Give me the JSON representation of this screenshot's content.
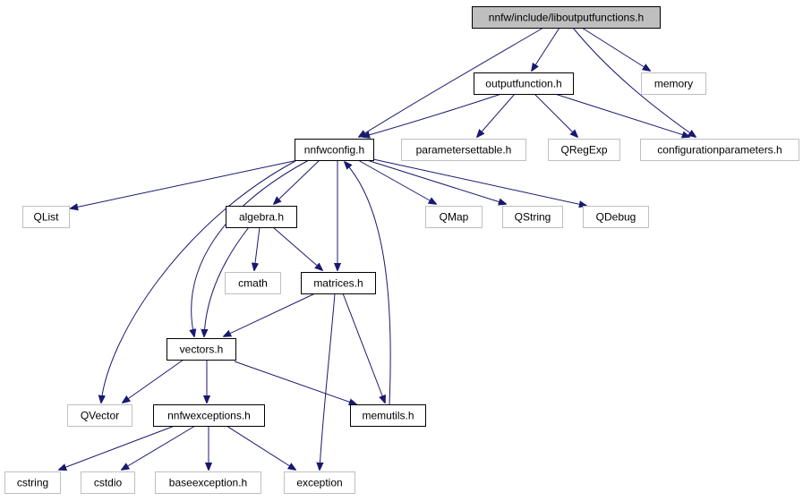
{
  "diagram": {
    "title_file": "nnfw/include/liboutputfunctions.h",
    "colors": {
      "edge": "#191970",
      "root_fill": "#bfbfbf",
      "internal_border": "#000000",
      "external_border": "#bfbfbf",
      "node_fill": "#ffffff"
    },
    "nodes": [
      {
        "id": "liboutputfunctions",
        "label": "nnfw/include/liboutputfunctions.h",
        "kind": "root"
      },
      {
        "id": "outputfunction",
        "label": "outputfunction.h",
        "kind": "internal"
      },
      {
        "id": "memory",
        "label": "memory",
        "kind": "external"
      },
      {
        "id": "nnfwconfig",
        "label": "nnfwconfig.h",
        "kind": "internal"
      },
      {
        "id": "parametersettable",
        "label": "parametersettable.h",
        "kind": "external"
      },
      {
        "id": "qregexp",
        "label": "QRegExp",
        "kind": "external"
      },
      {
        "id": "configurationparameters",
        "label": "configurationparameters.h",
        "kind": "external"
      },
      {
        "id": "qlist",
        "label": "QList",
        "kind": "external"
      },
      {
        "id": "algebra",
        "label": "algebra.h",
        "kind": "internal"
      },
      {
        "id": "qmap",
        "label": "QMap",
        "kind": "external"
      },
      {
        "id": "qstring",
        "label": "QString",
        "kind": "external"
      },
      {
        "id": "qdebug",
        "label": "QDebug",
        "kind": "external"
      },
      {
        "id": "cmath",
        "label": "cmath",
        "kind": "external"
      },
      {
        "id": "matrices",
        "label": "matrices.h",
        "kind": "internal"
      },
      {
        "id": "vectors",
        "label": "vectors.h",
        "kind": "internal"
      },
      {
        "id": "qvector",
        "label": "QVector",
        "kind": "external"
      },
      {
        "id": "nnfwexceptions",
        "label": "nnfwexceptions.h",
        "kind": "internal"
      },
      {
        "id": "memutils",
        "label": "memutils.h",
        "kind": "internal"
      },
      {
        "id": "cstring",
        "label": "cstring",
        "kind": "external"
      },
      {
        "id": "cstdio",
        "label": "cstdio",
        "kind": "external"
      },
      {
        "id": "baseexception",
        "label": "baseexception.h",
        "kind": "external"
      },
      {
        "id": "exception",
        "label": "exception",
        "kind": "external"
      }
    ],
    "edges": [
      {
        "from": "liboutputfunctions",
        "to": "outputfunction"
      },
      {
        "from": "liboutputfunctions",
        "to": "memory"
      },
      {
        "from": "liboutputfunctions",
        "to": "nnfwconfig"
      },
      {
        "from": "liboutputfunctions",
        "to": "configurationparameters"
      },
      {
        "from": "outputfunction",
        "to": "nnfwconfig"
      },
      {
        "from": "outputfunction",
        "to": "parametersettable"
      },
      {
        "from": "outputfunction",
        "to": "qregexp"
      },
      {
        "from": "outputfunction",
        "to": "configurationparameters"
      },
      {
        "from": "nnfwconfig",
        "to": "qlist"
      },
      {
        "from": "nnfwconfig",
        "to": "algebra"
      },
      {
        "from": "nnfwconfig",
        "to": "qvector"
      },
      {
        "from": "nnfwconfig",
        "to": "vectors"
      },
      {
        "from": "nnfwconfig",
        "to": "matrices"
      },
      {
        "from": "nnfwconfig",
        "to": "qmap"
      },
      {
        "from": "nnfwconfig",
        "to": "qstring"
      },
      {
        "from": "nnfwconfig",
        "to": "qdebug"
      },
      {
        "from": "algebra",
        "to": "cmath"
      },
      {
        "from": "algebra",
        "to": "matrices"
      },
      {
        "from": "algebra",
        "to": "vectors"
      },
      {
        "from": "matrices",
        "to": "vectors"
      },
      {
        "from": "matrices",
        "to": "memutils"
      },
      {
        "from": "matrices",
        "to": "exception"
      },
      {
        "from": "memutils",
        "to": "nnfwconfig"
      },
      {
        "from": "vectors",
        "to": "qvector"
      },
      {
        "from": "vectors",
        "to": "nnfwexceptions"
      },
      {
        "from": "vectors",
        "to": "memutils"
      },
      {
        "from": "nnfwexceptions",
        "to": "cstring"
      },
      {
        "from": "nnfwexceptions",
        "to": "cstdio"
      },
      {
        "from": "nnfwexceptions",
        "to": "baseexception"
      },
      {
        "from": "nnfwexceptions",
        "to": "exception"
      }
    ]
  }
}
